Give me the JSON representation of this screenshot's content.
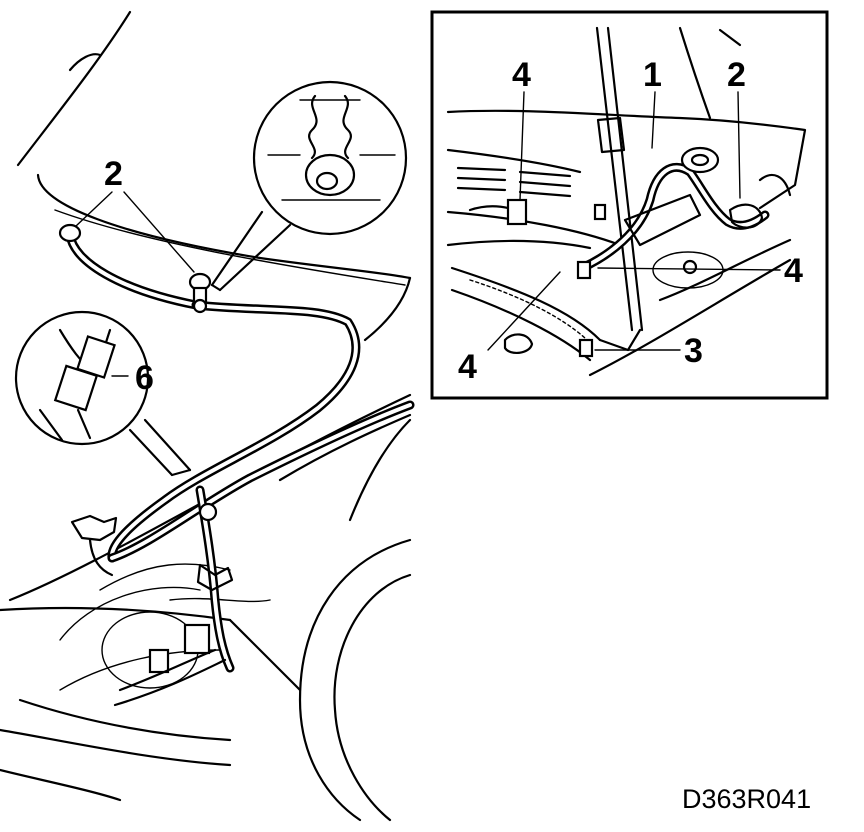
{
  "figure": {
    "code": "D363R041",
    "main_labels": {
      "nozzle_left": "2",
      "connector": "6"
    },
    "inset_labels": {
      "clip_top": "4",
      "hose": "1",
      "nozzle": "2",
      "clip_right": "4",
      "clip_bottom": "4",
      "seal": "3"
    }
  }
}
